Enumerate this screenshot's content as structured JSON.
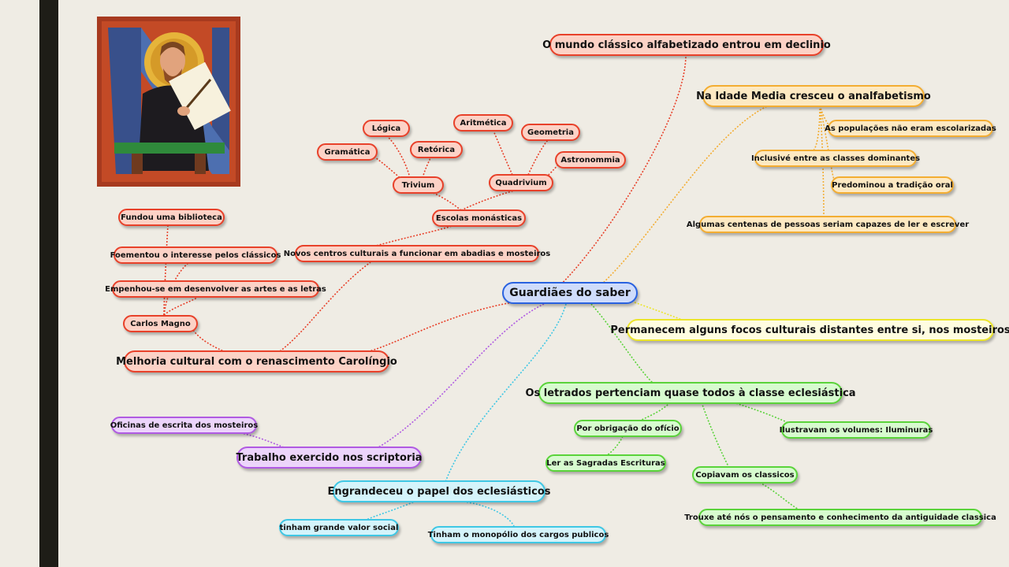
{
  "map": {
    "root": "Guardiães do saber",
    "classic_decline": "O mundo clássico alfabetizado entrou em declinio",
    "illiteracy": {
      "title": "Na Idade Media cresceu o analfabetismo",
      "items": [
        "As populações não eram escolarizadas",
        "Inclusivé entre as classes dominantes",
        "Predominou a tradição oral",
        "Algumas centenas de pessoas seriam capazes de ler e escrever"
      ]
    },
    "cultural_centers": "Permanecem alguns focos culturais distantes entre si,  nos mosteiros",
    "clergy": {
      "title": "Os letrados pertenciam quase todos à classe eclesiástica",
      "obligation": "Por obrigação do ofício",
      "scriptures": "Ler as Sagradas Escrituras",
      "illuminations": "Ilustravam os volumes: Iluminuras",
      "copied": "Copiavam os classicos",
      "brought": "Trouxe até nós o pensamento e conhecimento da antiguidade classica"
    },
    "role": {
      "title": "Engrandeceu o papel dos eclesiásticos",
      "social_value": "tinham grande valor social",
      "monopoly": "Tinham o monopólio dos cargos publicos"
    },
    "scriptoria": {
      "title": "Trabalho exercido nos scriptoria",
      "workshops": "Oficinas de escrita dos mosteiros"
    },
    "carolingian": {
      "title": "Melhoria cultural com o renascimento Carolíngio",
      "carlos": "Carlos Magno",
      "library": "Fundou uma biblioteca",
      "classics": "Foementou o interesse pelos clássicos",
      "arts": "Empenhou-se em desenvolver as artes e as letras",
      "new_centers": "Novos centros culturais a funcionar em abadias e mosteiros",
      "schools": "Escolas monásticas",
      "trivium": "Trivium",
      "quadrivium": "Quadrivium",
      "grammar": "Gramática",
      "logic": "Lógica",
      "rhetoric": "Retórica",
      "arithmetic": "Aritmética",
      "geometry": "Geometria",
      "astronomy": "Astronommia"
    }
  },
  "colors": {
    "red": "#e8412a",
    "orange": "#f3ad32",
    "yellow": "#ece52a",
    "green": "#5ad33a",
    "cyan": "#3fc7e4",
    "purple": "#b05ae2",
    "blue": "#2962e0"
  }
}
